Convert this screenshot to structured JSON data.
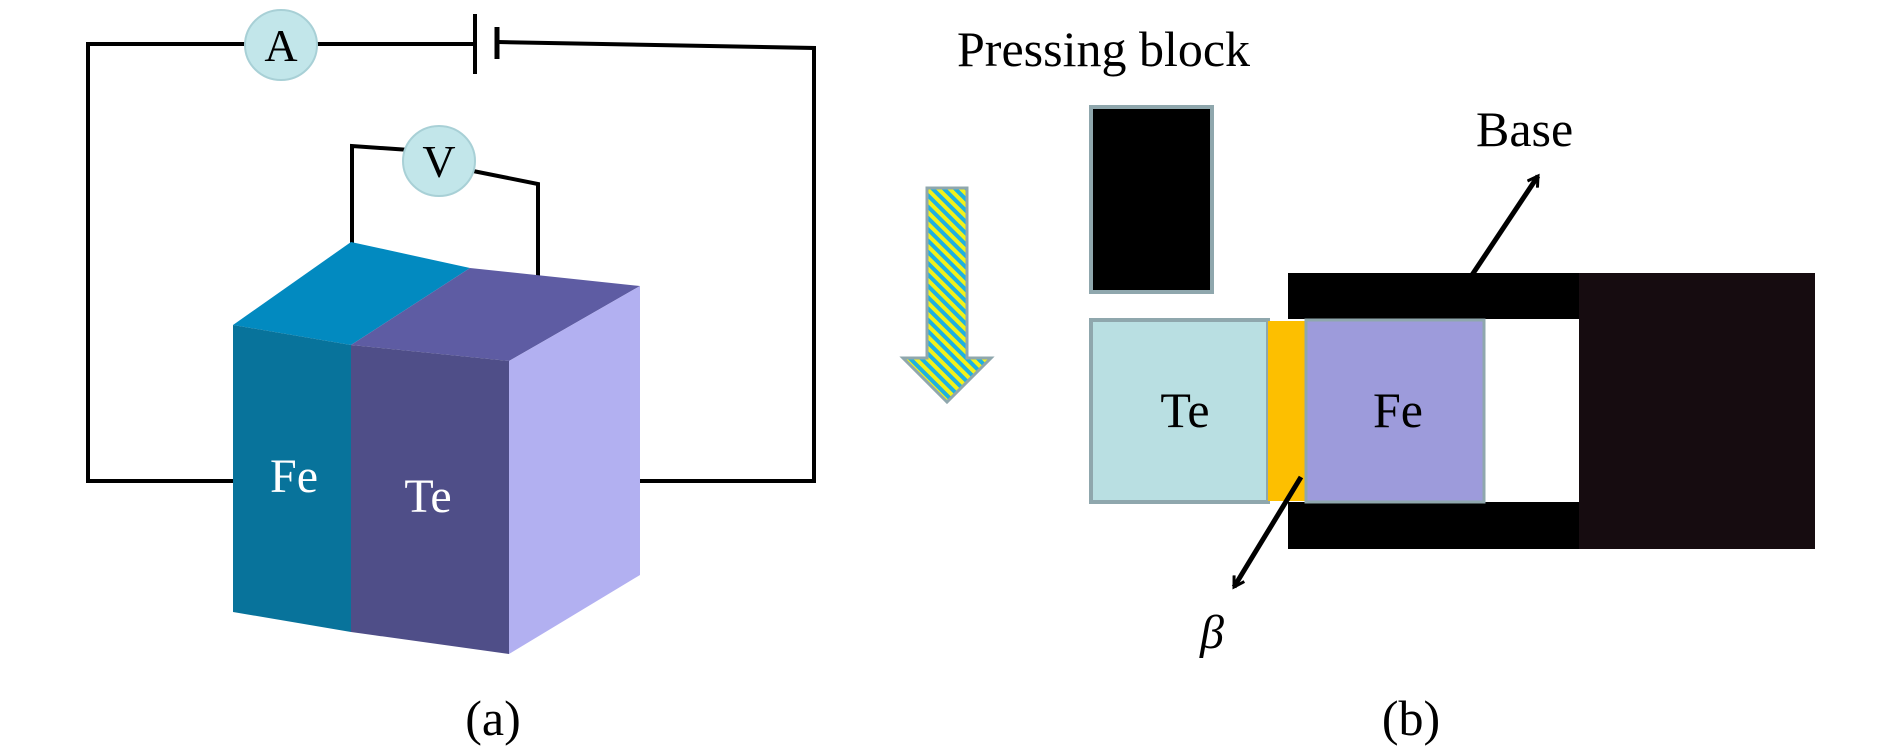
{
  "figure": {
    "panel_a": {
      "caption": "(a)",
      "ammeter_label": "A",
      "voltmeter_label": "V",
      "left_block_label": "Fe",
      "right_block_label": "Te",
      "colors": {
        "fe_front": "#08739b",
        "fe_top": "#028ac0",
        "te_front": "#4f4e88",
        "te_top": "#5e5ca3",
        "side": "#b2b0f1",
        "meter_fill": "#c2e6ea",
        "wire": "#000000"
      }
    },
    "panel_b": {
      "caption": "(b)",
      "pressing_block_label": "Pressing block",
      "base_label": "Base",
      "interlayer_label": "β",
      "left_sample_label": "Te",
      "right_sample_label": "Fe",
      "colors": {
        "te": "#b9dfe2",
        "fe": "#9d9bdb",
        "interlayer": "#fdbf00",
        "base": "#000000",
        "base_block": "#160c10",
        "pressing_block": "#000000",
        "arrow_stripe_a": "#f2f21a",
        "arrow_stripe_b": "#1fb0e0"
      }
    }
  }
}
